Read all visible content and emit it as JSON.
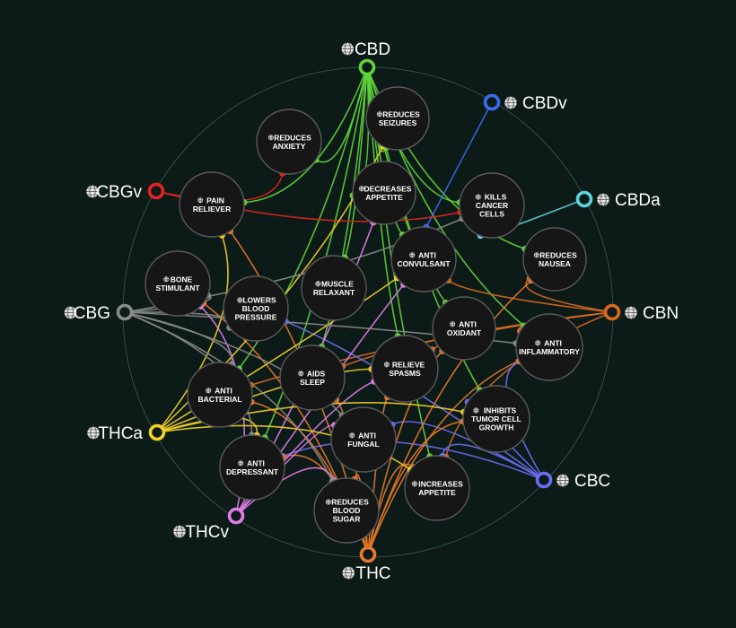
{
  "cannabinoids": [
    {
      "id": "CBD",
      "label": "CBD",
      "color": "#5fd33a",
      "icon": "globe-icon"
    },
    {
      "id": "CBDv",
      "label": "CBDv",
      "color": "#3a6cf0",
      "icon": "globe-icon"
    },
    {
      "id": "CBDa",
      "label": "CBDa",
      "color": "#5ed2d6",
      "icon": "globe-icon"
    },
    {
      "id": "CBN",
      "label": "CBN",
      "color": "#d76a1e",
      "icon": "globe-icon"
    },
    {
      "id": "CBC",
      "label": "CBC",
      "color": "#6a6ef2",
      "icon": "globe-icon"
    },
    {
      "id": "THC",
      "label": "THC",
      "color": "#e8782a",
      "icon": "globe-icon"
    },
    {
      "id": "THCv",
      "label": "THCv",
      "color": "#e07ce8",
      "icon": "globe-icon"
    },
    {
      "id": "THCa",
      "label": "THCa",
      "color": "#f2d024",
      "icon": "globe-icon"
    },
    {
      "id": "CBG",
      "label": "CBG",
      "color": "#8a8a8a",
      "icon": "globe-icon"
    },
    {
      "id": "CBGv",
      "label": "CBGv",
      "color": "#e4231e",
      "icon": "globe-icon"
    }
  ],
  "effects": [
    {
      "id": "reduces-seizures",
      "lines": [
        "REDUCES",
        "SEIZURES"
      ],
      "icon": "globe-icon"
    },
    {
      "id": "reduces-anxiety",
      "lines": [
        "REDUCES",
        "ANXIETY"
      ],
      "icon": "globe-icon"
    },
    {
      "id": "decreases-appetite",
      "lines": [
        "DECREASES",
        "APPETITE"
      ],
      "icon": "globe-icon"
    },
    {
      "id": "kills-cancer-cells",
      "lines": [
        "KILLS",
        "CANCER",
        "CELLS"
      ],
      "icon": "globe-icon"
    },
    {
      "id": "pain-reliever",
      "lines": [
        "PAIN",
        "RELIEVER"
      ],
      "icon": "globe-icon"
    },
    {
      "id": "anti-convulsant",
      "lines": [
        "ANTI",
        "CONVULSANT"
      ],
      "icon": "globe-icon"
    },
    {
      "id": "reduces-nausea",
      "lines": [
        "REDUCES",
        "NAUSEA"
      ],
      "icon": "globe-icon"
    },
    {
      "id": "bone-stimulant",
      "lines": [
        "BONE",
        "STIMULANT"
      ],
      "icon": "globe-icon"
    },
    {
      "id": "muscle-relaxant",
      "lines": [
        "MUSCLE",
        "RELAXANT"
      ],
      "icon": "globe-icon"
    },
    {
      "id": "lowers-blood-pressure",
      "lines": [
        "LOWERS",
        "BLOOD",
        "PRESSURE"
      ],
      "icon": "globe-icon"
    },
    {
      "id": "anti-oxidant",
      "lines": [
        "ANTI",
        "OXIDANT"
      ],
      "icon": "globe-icon"
    },
    {
      "id": "anti-inflammatory",
      "lines": [
        "ANTI",
        "INFLAMMATORY"
      ],
      "icon": "globe-icon"
    },
    {
      "id": "aids-sleep",
      "lines": [
        "AIDS",
        "SLEEP"
      ],
      "icon": "globe-icon"
    },
    {
      "id": "relieve-spasms",
      "lines": [
        "RELIEVE",
        "SPASMS"
      ],
      "icon": "globe-icon"
    },
    {
      "id": "anti-bacterial",
      "lines": [
        "ANTI",
        "BACTERIAL"
      ],
      "icon": "globe-icon"
    },
    {
      "id": "inhibits-tumor-cell-growth",
      "lines": [
        "INHIBITS",
        "TUMOR CELL",
        "GROWTH"
      ],
      "icon": "globe-icon"
    },
    {
      "id": "anti-fungal",
      "lines": [
        "ANTI",
        "FUNGAL"
      ],
      "icon": "globe-icon"
    },
    {
      "id": "anti-depressant",
      "lines": [
        "ANTI",
        "DEPRESSANT"
      ],
      "icon": "globe-icon"
    },
    {
      "id": "increases-appetite",
      "lines": [
        "INCREASES",
        "APPETITE"
      ],
      "icon": "globe-icon"
    },
    {
      "id": "reduces-blood-sugar",
      "lines": [
        "REDUCES",
        "BLOOD",
        "SUGAR"
      ],
      "icon": "globe-icon"
    }
  ],
  "links": [
    [
      "CBD",
      "reduces-seizures"
    ],
    [
      "CBD",
      "reduces-anxiety"
    ],
    [
      "CBD",
      "decreases-appetite"
    ],
    [
      "CBD",
      "kills-cancer-cells"
    ],
    [
      "CBD",
      "pain-reliever"
    ],
    [
      "CBD",
      "anti-convulsant"
    ],
    [
      "CBD",
      "reduces-nausea"
    ],
    [
      "CBD",
      "muscle-relaxant"
    ],
    [
      "CBD",
      "anti-inflammatory"
    ],
    [
      "CBD",
      "aids-sleep"
    ],
    [
      "CBD",
      "relieve-spasms"
    ],
    [
      "CBD",
      "inhibits-tumor-cell-growth"
    ],
    [
      "CBD",
      "anti-depressant"
    ],
    [
      "CBD",
      "anti-oxidant"
    ],
    [
      "CBD",
      "increases-appetite"
    ],
    [
      "CBD",
      "anti-bacterial"
    ],
    [
      "CBDv",
      "anti-convulsant"
    ],
    [
      "CBDa",
      "kills-cancer-cells"
    ],
    [
      "CBGv",
      "reduces-anxiety"
    ],
    [
      "CBGv",
      "kills-cancer-cells"
    ],
    [
      "CBN",
      "anti-convulsant"
    ],
    [
      "CBN",
      "anti-inflammatory"
    ],
    [
      "CBN",
      "aids-sleep"
    ],
    [
      "CBN",
      "relieve-spasms"
    ],
    [
      "CBN",
      "reduces-nausea"
    ],
    [
      "CBN",
      "anti-bacterial"
    ],
    [
      "CBN",
      "increases-appetite"
    ],
    [
      "CBC",
      "anti-inflammatory"
    ],
    [
      "CBC",
      "inhibits-tumor-cell-growth"
    ],
    [
      "CBC",
      "anti-fungal"
    ],
    [
      "CBC",
      "lowers-blood-pressure"
    ],
    [
      "CBC",
      "increases-appetite"
    ],
    [
      "CBC",
      "anti-depressant"
    ],
    [
      "THC",
      "anti-inflammatory"
    ],
    [
      "THC",
      "inhibits-tumor-cell-growth"
    ],
    [
      "THC",
      "relieve-spasms"
    ],
    [
      "THC",
      "pain-reliever"
    ],
    [
      "THC",
      "anti-depressant"
    ],
    [
      "THC",
      "increases-appetite"
    ],
    [
      "THC",
      "reduces-blood-sugar"
    ],
    [
      "THC",
      "aids-sleep"
    ],
    [
      "THC",
      "bone-stimulant"
    ],
    [
      "THC",
      "anti-oxidant"
    ],
    [
      "THC",
      "reduces-nausea"
    ],
    [
      "THC",
      "anti-bacterial"
    ],
    [
      "THCv",
      "decreases-appetite"
    ],
    [
      "THCv",
      "relieve-spasms"
    ],
    [
      "THCv",
      "bone-stimulant"
    ],
    [
      "THCv",
      "anti-fungal"
    ],
    [
      "THCv",
      "reduces-blood-sugar"
    ],
    [
      "THCv",
      "anti-convulsant"
    ],
    [
      "THCa",
      "reduces-seizures"
    ],
    [
      "THCa",
      "pain-reliever"
    ],
    [
      "THCa",
      "inhibits-tumor-cell-growth"
    ],
    [
      "THCa",
      "anti-convulsant"
    ],
    [
      "THCa",
      "increases-appetite"
    ],
    [
      "THCa",
      "anti-depressant"
    ],
    [
      "THCa",
      "relieve-spasms"
    ],
    [
      "CBG",
      "bone-stimulant"
    ],
    [
      "CBG",
      "lowers-blood-pressure"
    ],
    [
      "CBG",
      "anti-bacterial"
    ],
    [
      "CBG",
      "anti-inflammatory"
    ],
    [
      "CBG",
      "anti-depressant"
    ],
    [
      "CBG",
      "kills-cancer-cells"
    ],
    [
      "CBG",
      "anti-fungal"
    ],
    [
      "CBG",
      "reduces-blood-sugar"
    ]
  ],
  "colors": {
    "background": "#0c1a18",
    "ring": "#2b5249",
    "node_fill": "#161616",
    "node_stroke": "#5a5a5a"
  }
}
